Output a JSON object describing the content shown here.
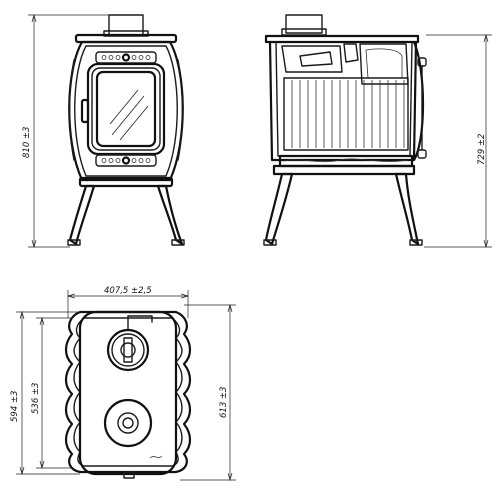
{
  "dimensions": {
    "height_total": "810  ±3",
    "height_side": "729  ±2",
    "top_width": "407,5  ±2,5",
    "top_left_outer": "594  ±3",
    "top_left_inner": "536  ±3",
    "top_right": "613  ±3"
  },
  "views": [
    "front-view",
    "side-view",
    "top-view"
  ]
}
